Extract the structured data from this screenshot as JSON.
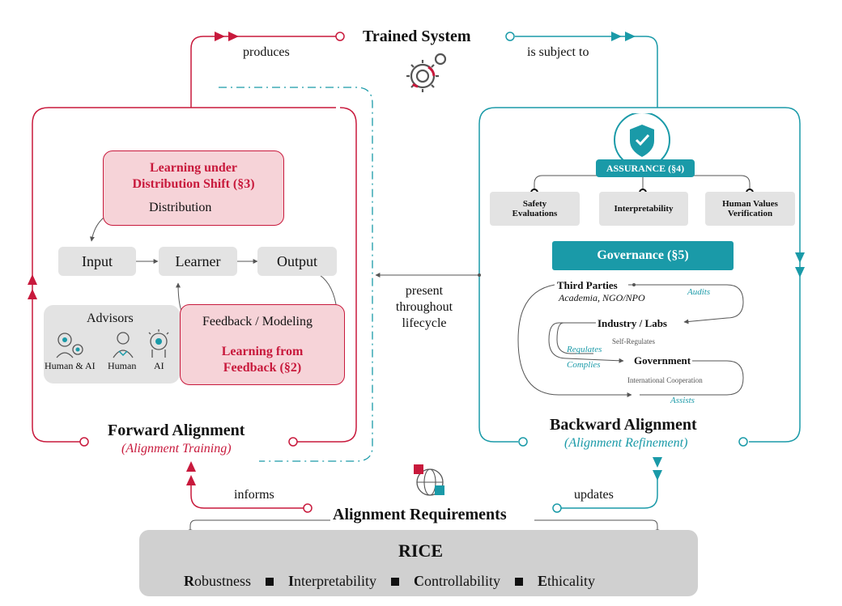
{
  "top": {
    "title": "Trained System",
    "left_edge": "produces",
    "right_edge": "is subject to"
  },
  "forward": {
    "title": "Forward Alignment",
    "subtitle": "(Alignment Training)",
    "shift_box": "Learning under\nDistribution Shift (§3)",
    "distribution": "Distribution",
    "input": "Input",
    "learner": "Learner",
    "output": "Output",
    "advisors": "Advisors",
    "advisor_labels": [
      "Human & AI",
      "Human",
      "AI"
    ],
    "feedback": "Feedback / Modeling",
    "feedback_box": "Learning from\nFeedback (§2)"
  },
  "middle": {
    "label": "present\nthroughout\nlifecycle"
  },
  "backward": {
    "title": "Backward Alignment",
    "subtitle": "(Alignment Refinement)",
    "assurance": "ASSURANCE (§4)",
    "assurance_items": [
      "Safety\nEvaluations",
      "Interpretability",
      "Human Values\nVerification"
    ],
    "governance": "Governance (§5)",
    "third_parties": "Third Parties",
    "third_parties_sub": "Academia, NGO/NPO",
    "audits": "Audits",
    "industry": "Industry / Labs",
    "self_regulates": "Self-Regulates",
    "regulates": "Regulates",
    "complies": "Complies",
    "government": "Government",
    "intl_coop": "International Cooperation",
    "assists": "Assists"
  },
  "bottom": {
    "informs": "informs",
    "updates": "updates",
    "requirements": "Alignment Requirements",
    "rice_title": "RICE",
    "rice_items": [
      {
        "first": "R",
        "rest": "obustness"
      },
      {
        "first": "I",
        "rest": "nterpretability"
      },
      {
        "first": "C",
        "rest": "ontrollability"
      },
      {
        "first": "E",
        "rest": "thicality"
      }
    ]
  },
  "colors": {
    "red": "#c8193c",
    "teal": "#1a9aa8",
    "pink_fill": "#f6d3d8",
    "gray_fill": "#e3e3e3"
  }
}
